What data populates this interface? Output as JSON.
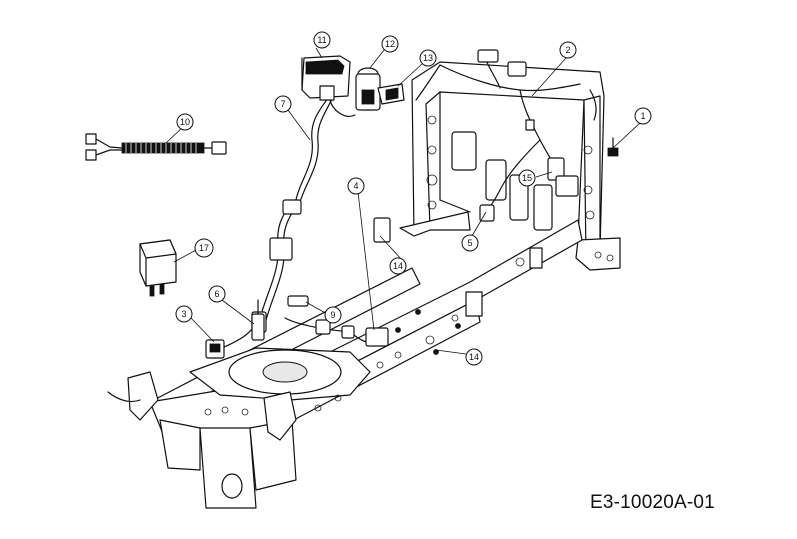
{
  "drawing_code": "E3-10020A-01",
  "callouts": [
    "1",
    "2",
    "3",
    "4",
    "5",
    "6",
    "7",
    "9",
    "10",
    "11",
    "12",
    "13",
    "14",
    "14",
    "15",
    "17"
  ],
  "colors": {
    "line": "#111111",
    "background": "#ffffff"
  }
}
